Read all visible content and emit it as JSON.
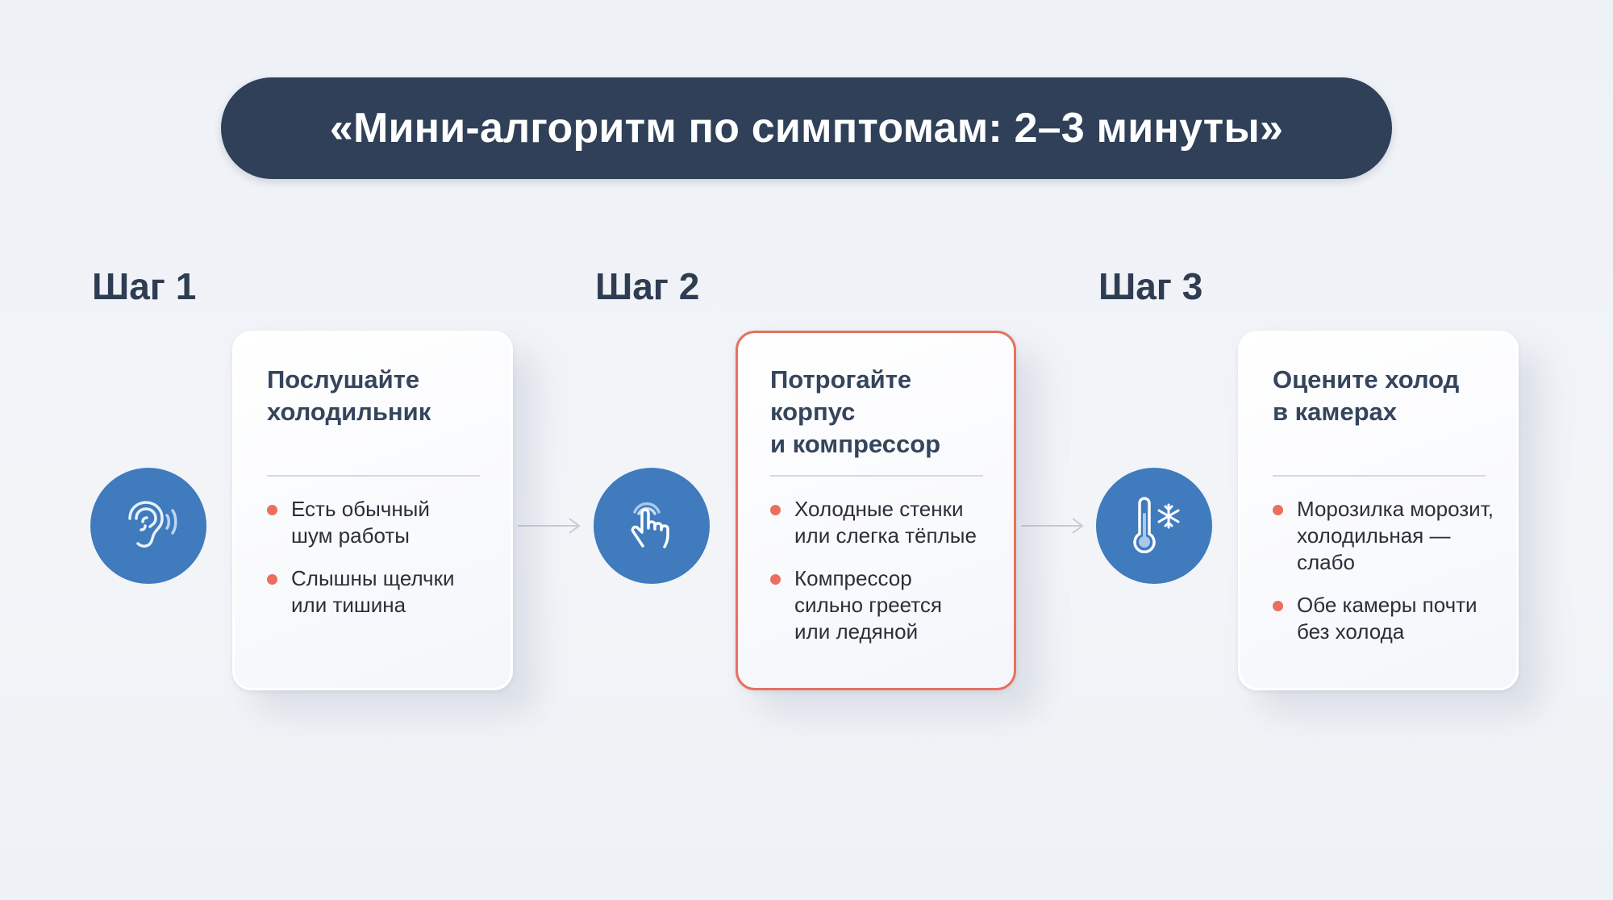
{
  "title": "«Мини-алгоритм по симптомам: 2–3 минуты»",
  "colors": {
    "title_bg": "#2f4058",
    "icon_circle": "#3f7bbd",
    "bullet_dot": "#ea6f62",
    "highlight_border": "#e8705f",
    "background": "#eef1f6"
  },
  "steps": [
    {
      "label": "Шаг 1",
      "icon": "ear-icon",
      "card_title_line1": "Послушайте",
      "card_title_line2": "холодильник",
      "card_title_line3": "",
      "highlighted": false,
      "bullets": [
        {
          "line1": "Есть обычный",
          "line2": "шум работы",
          "line3": ""
        },
        {
          "line1": "Слышны щелчки",
          "line2": "или тишина",
          "line3": ""
        }
      ]
    },
    {
      "label": "Шаг 2",
      "icon": "touch-hand-icon",
      "card_title_line1": "Потрогайте",
      "card_title_line2": "корпус",
      "card_title_line3": "и компрессор",
      "highlighted": true,
      "bullets": [
        {
          "line1": "Холодные стенки",
          "line2": "или слегка тёплые",
          "line3": ""
        },
        {
          "line1": "Компрессор",
          "line2": "сильно греется",
          "line3": "или ледяной"
        }
      ]
    },
    {
      "label": "Шаг 3",
      "icon": "thermometer-snowflake-icon",
      "card_title_line1": "Оцените холод",
      "card_title_line2": "в камерах",
      "card_title_line3": "",
      "highlighted": false,
      "bullets": [
        {
          "line1": "Морозилка морозит,",
          "line2": "холодильная —",
          "line3": "слабо"
        },
        {
          "line1": "Обе камеры почти",
          "line2": "без холода",
          "line3": ""
        }
      ]
    }
  ]
}
